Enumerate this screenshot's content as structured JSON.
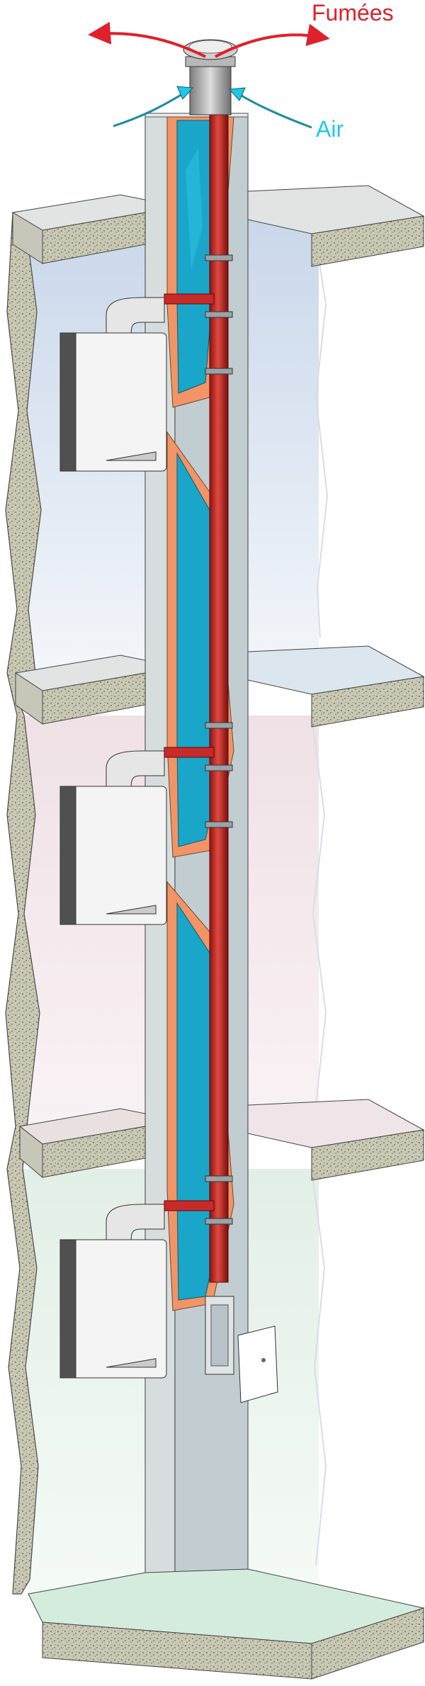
{
  "labels": {
    "smoke": "Fumées",
    "air": "Air"
  },
  "colors": {
    "smoke": "#e0202a",
    "air": "#1fc8e8",
    "flue_pipe": "#c82a2a",
    "insulation": "#f29466",
    "air_duct": "#1aa6c8",
    "wall": "#b7c0bf",
    "slab_edge": "#c9c8b3"
  },
  "diagram": {
    "floors": 3,
    "boilers": 3,
    "components": [
      "chimney-cap",
      "flue-pipe",
      "air-duct",
      "boiler",
      "connector-elbow",
      "floor-slab",
      "inspection-hatch",
      "hatch-door"
    ]
  }
}
